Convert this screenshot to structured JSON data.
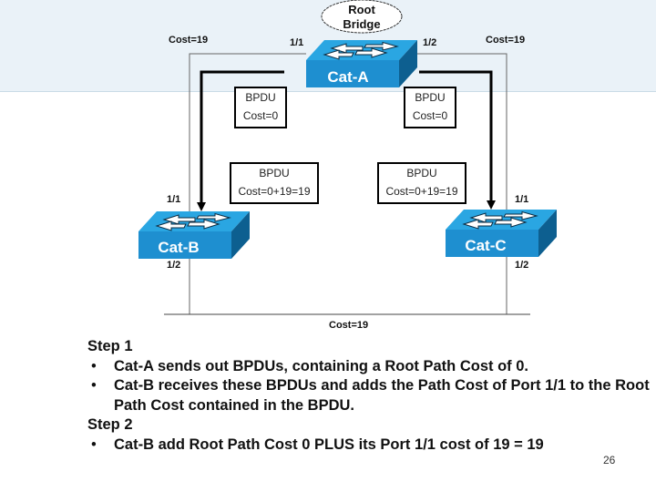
{
  "diagram": {
    "root_bridge_label_line1": "Root",
    "root_bridge_label_line2": "Bridge",
    "switches": [
      {
        "name": "Cat-A",
        "port_left": "1/1",
        "port_right": "1/2"
      },
      {
        "name": "Cat-B",
        "port_top": "1/1",
        "port_bottom": "1/2"
      },
      {
        "name": "Cat-C",
        "port_top": "1/1",
        "port_bottom": "1/2"
      }
    ],
    "link_costs": {
      "a_to_b": "Cost=19",
      "a_to_c": "Cost=19",
      "b_to_c": "Cost=19"
    },
    "bpdus": [
      {
        "title": "BPDU",
        "cost": "Cost=0"
      },
      {
        "title": "BPDU",
        "cost": "Cost=0"
      },
      {
        "title": "BPDU",
        "cost": "Cost=0+19=19"
      },
      {
        "title": "BPDU",
        "cost": "Cost=0+19=19"
      }
    ],
    "colors": {
      "switch_front": "#1e8fd0",
      "switch_top": "#2aa6e2",
      "switch_side": "#0d5f90",
      "band": "#eaf2f8"
    }
  },
  "notes": {
    "step1_title": "Step 1",
    "step1_bullets": [
      "Cat-A sends out BPDUs, containing a Root Path Cost of 0.",
      "Cat-B receives these BPDUs and adds the Path Cost of Port 1/1 to the Root Path Cost contained in the BPDU."
    ],
    "step2_title": "Step 2",
    "step2_bullets": [
      "Cat-B add Root Path Cost 0 PLUS its Port 1/1 cost of 19 = 19"
    ],
    "bullet_glyph": "•"
  },
  "page_number": "26"
}
